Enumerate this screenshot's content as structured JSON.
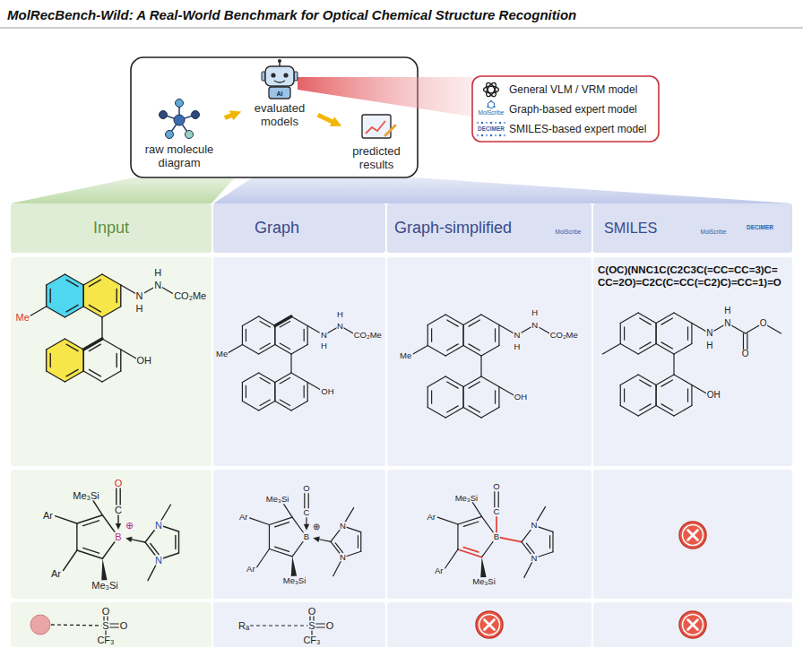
{
  "diagram": {
    "title": "MolRecBench-Wild: A Real-World Benchmark for Optical Chemical Structure Recognition",
    "nodes": [
      {
        "text": [
          "raw molecule diagram"
        ]
      },
      {
        "text": [
          "evaluated models"
        ]
      },
      {
        "text": [
          "predicted results"
        ]
      },
      {
        "text": [
          "Input"
        ]
      },
      {
        "text": [
          "Graph"
        ]
      },
      {
        "text": [
          "Graph-simplified"
        ]
      },
      {
        "text": [
          "SMILES"
        ]
      }
    ],
    "edges": [
      {
        "from": 0,
        "to": 1,
        "arrow": "to"
      },
      {
        "from": 1,
        "to": 2,
        "arrow": "to"
      }
    ],
    "labels": [
      "AI",
      "MolScribe",
      "DECIMER",
      "MolScribe",
      "MolScribe",
      "DECIMER",
      "Me",
      "N",
      "H",
      "N",
      "H",
      "CO₂Me",
      "OH",
      "Me",
      "N",
      "H",
      "N",
      "H",
      "CO₂Me",
      "OH",
      "Me",
      "N",
      "H",
      "N",
      "H",
      "CO₂Me",
      "OH",
      "C(OC)(NNC1C(C2C3C(=CC=CC=3)C= CC=2O)=C2C(C=CC(=C2)C)=CC=1)=O",
      "N",
      "H",
      "N",
      "H",
      "O",
      "O",
      "OH",
      "O",
      "C",
      "Me₃Si",
      "B",
      "⊕",
      "N",
      "Ar",
      "N",
      "Ar",
      "Me₃Si",
      "O",
      "C",
      "Me₃Si",
      "B",
      "⊕",
      "N",
      "Ar",
      "N",
      "Ar",
      "Me₃Si",
      "O",
      "C",
      "Me₃Si",
      "B",
      "N",
      "Ar",
      "N",
      "Ar",
      "Me₃Si",
      "O",
      "S",
      "O",
      "CF₃",
      "Rₐ",
      "O",
      "S",
      "O",
      "CF₃"
    ],
    "legend": [
      {
        "text": "General VLM / VRM model"
      },
      {
        "text": "Graph-based expert model"
      },
      {
        "text": "SMILES-based expert model"
      }
    ]
  }
}
